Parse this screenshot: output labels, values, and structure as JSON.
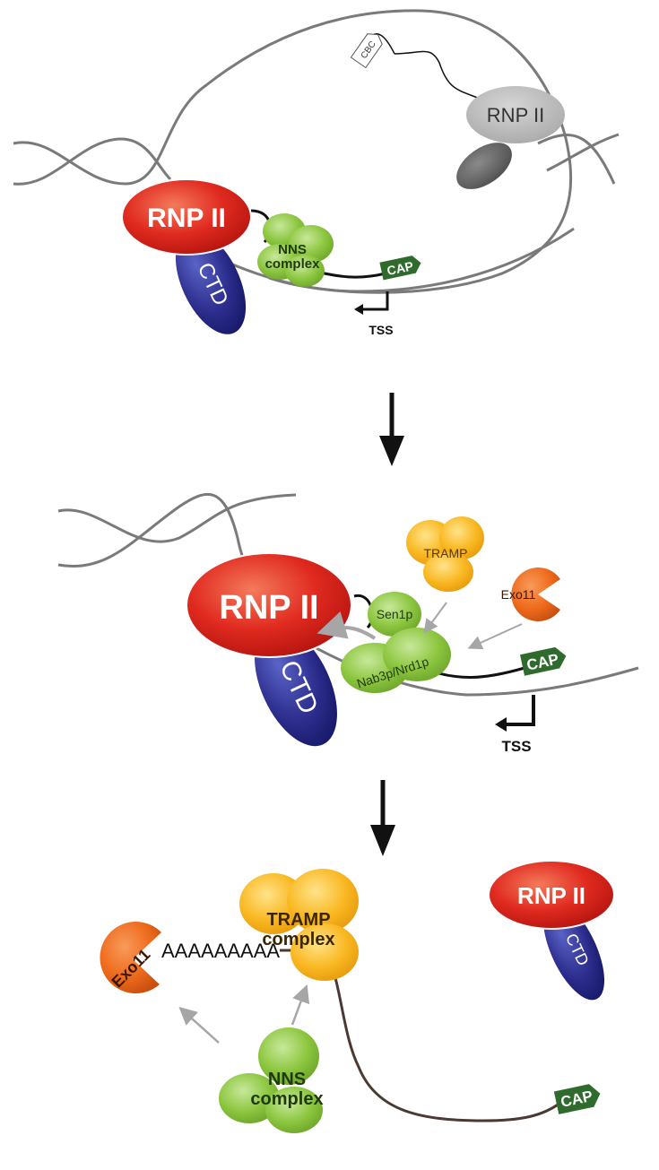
{
  "panel1": {
    "rnp_active": "RNP II",
    "rnp_paused": "RNP II",
    "ctd": "CTD",
    "cbc": "CBC",
    "nns_line1": "NNS",
    "nns_line2": "complex",
    "cap": "CAP",
    "tss": "TSS"
  },
  "panel2": {
    "rnp": "RNP II",
    "ctd": "CTD",
    "tramp": "TRAMP",
    "exo": "Exo11",
    "sen1p": "Sen1p",
    "nab3p_nrd1p": "Nab3p/Nrd1p",
    "cap": "CAP",
    "tss": "TSS"
  },
  "panel3": {
    "rnp": "RNP II",
    "ctd": "CTD",
    "tramp_line1": "TRAMP",
    "tramp_line2": "complex",
    "exo": "Exo11",
    "polya": "AAAAAAAAA",
    "nns_line1": "NNS",
    "nns_line2": "complex",
    "cap": "CAP"
  },
  "colors": {
    "rnp_red": "#e02a1f",
    "ctd_blue": "#2e2f8f",
    "nns_green": "#8cc63f",
    "tramp_yellow": "#f9b822",
    "exo_orange": "#ef6b1d",
    "cap_green": "#2f6b2d",
    "dna_gray": "#7a7a7a",
    "paused_gray": "#bdbdbd"
  }
}
